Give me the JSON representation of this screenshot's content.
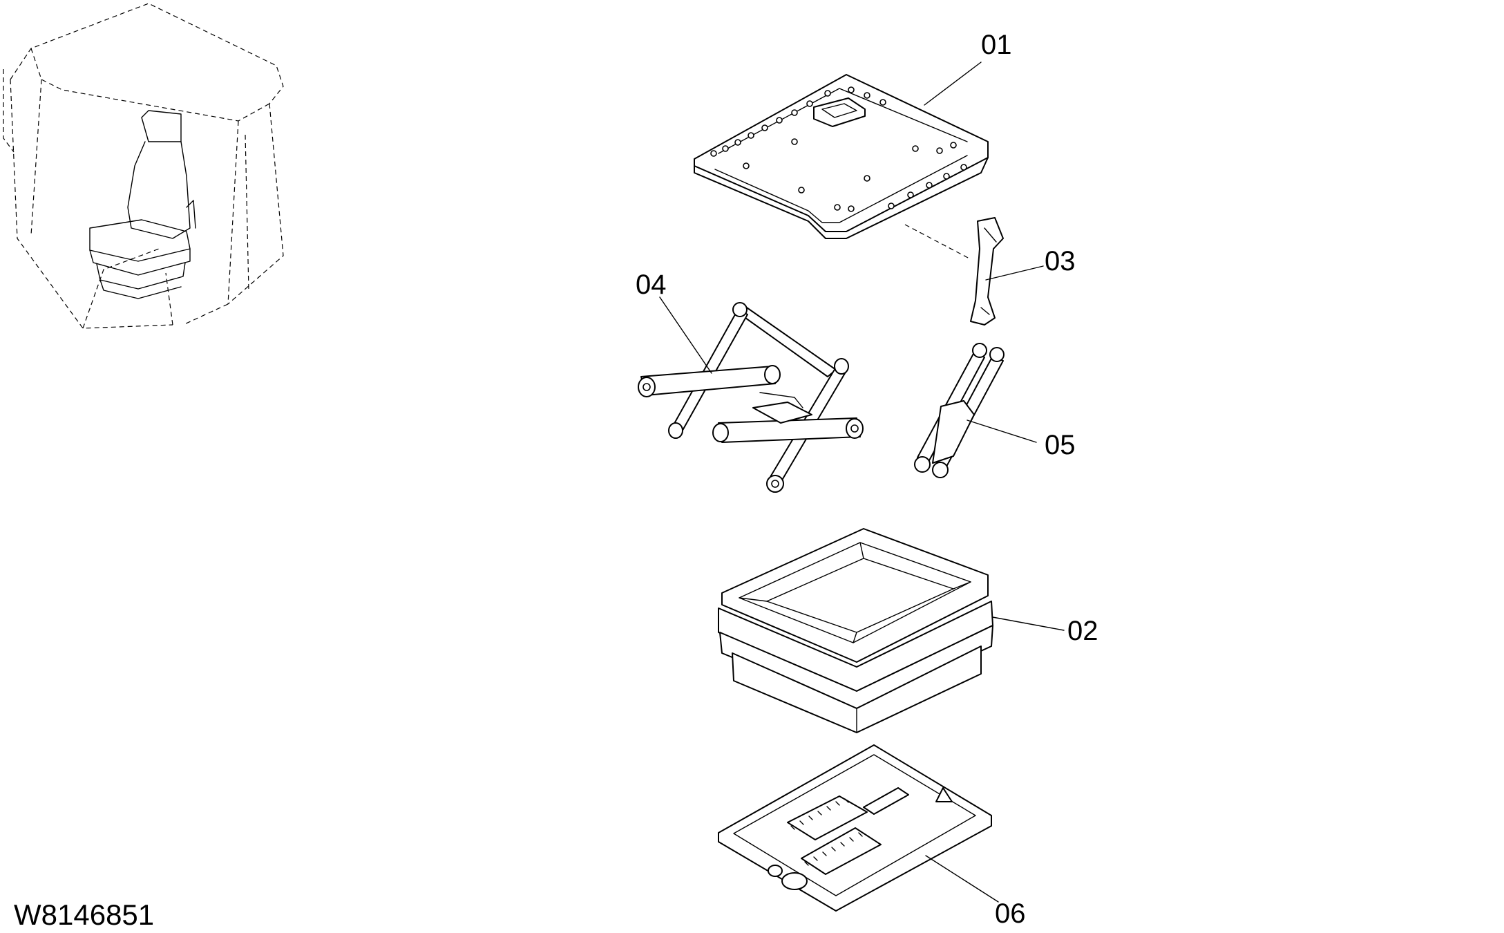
{
  "drawing_code": "W8146851",
  "callouts": {
    "c01": "01",
    "c02": "02",
    "c03": "03",
    "c04": "04",
    "c05": "05",
    "c06": "06"
  }
}
